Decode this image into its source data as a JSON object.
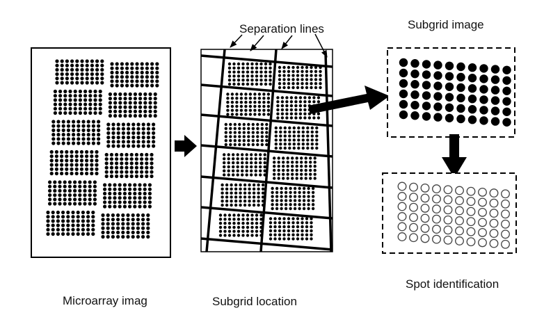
{
  "labels": {
    "separation_lines": "Separation lines",
    "subgrid_image": "Subgrid image",
    "microarray_image": "Microarray imag",
    "subgrid_location": "Subgrid location",
    "spot_identification": "Spot identification"
  },
  "colors": {
    "ink": "#000000",
    "background": "#ffffff"
  }
}
